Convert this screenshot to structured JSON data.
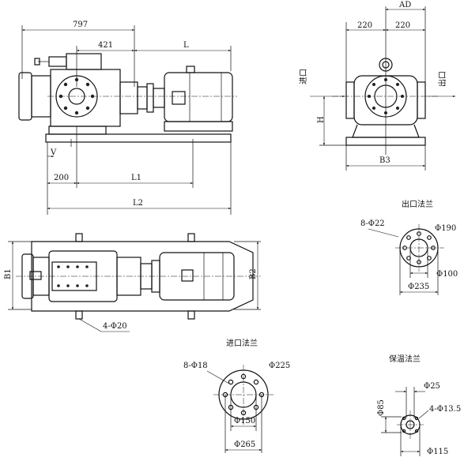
{
  "front_view": {
    "dim_797": "797",
    "dim_421": "421",
    "dim_L": "L",
    "dim_V": "V",
    "dim_200": "200",
    "dim_L1": "L1",
    "dim_L2": "L2"
  },
  "side_view": {
    "dim_AD": "AD",
    "dim_220_left": "220",
    "dim_220_right": "220",
    "inlet": "进口",
    "outlet": "出口",
    "dim_H": "H",
    "dim_B3": "B3"
  },
  "top_view": {
    "dim_B1": "B1",
    "dim_B2": "B2",
    "bolt_holes": "4-Φ20"
  },
  "outlet_flange": {
    "title": "出口法兰",
    "holes": "8-Φ22",
    "outer_dia": "Φ190",
    "bore_dia": "Φ100",
    "pcd": "Φ235"
  },
  "inlet_flange": {
    "title": "进口法兰",
    "holes": "8-Φ18",
    "outer_dia": "Φ225",
    "bore_dia": "Φ150",
    "pcd": "Φ265"
  },
  "heating_flange": {
    "title": "保温法兰",
    "dia_25": "Φ25",
    "dia_85": "Φ85",
    "holes": "4-Φ13.5",
    "dia_115": "Φ115"
  }
}
